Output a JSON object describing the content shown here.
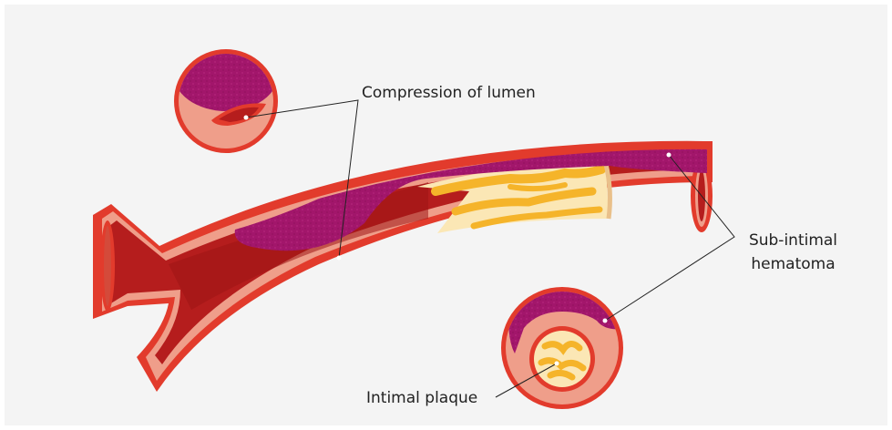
{
  "labels": {
    "compression": "Compression of lumen",
    "hematoma_line1": "Sub-intimal",
    "hematoma_line2": "hematoma",
    "plaque": "Intimal plaque"
  },
  "colors": {
    "background": "#f4f4f4",
    "vessel_outer": "#e23b2c",
    "vessel_wall": "#ef9e8a",
    "lumen": "#b51d1d",
    "hematoma": "#a2166b",
    "plaque": "#f5b42a",
    "plaque_light": "#fbe7b5"
  }
}
